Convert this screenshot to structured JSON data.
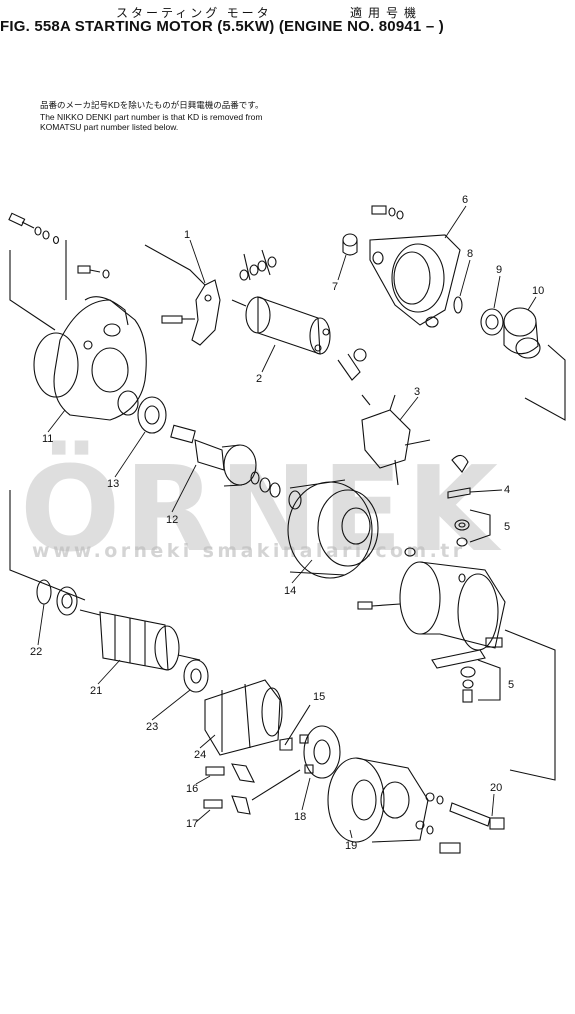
{
  "header": {
    "jp_title": "スターティング モータ",
    "jp_model": "適用号機",
    "fig_title": "FIG. 558A  STARTING MOTOR (5.5KW) (ENGINE NO. 80941 – )"
  },
  "notes": {
    "jp": "品番のメーカ記号KDを除いたものが日興電機の品番です。",
    "en1": "The NIKKO DENKI part number is that KD is removed from",
    "en2": "KOMATSU part number listed below."
  },
  "watermark": {
    "brand": "ÖRNEK",
    "url": "www.orneki smakinalari.com.tr"
  },
  "callouts": [
    "1",
    "2",
    "3",
    "4",
    "5",
    "5",
    "6",
    "7",
    "8",
    "9",
    "10",
    "11",
    "12",
    "13",
    "14",
    "15",
    "16",
    "17",
    "18",
    "19",
    "20",
    "21",
    "22",
    "23",
    "24"
  ]
}
